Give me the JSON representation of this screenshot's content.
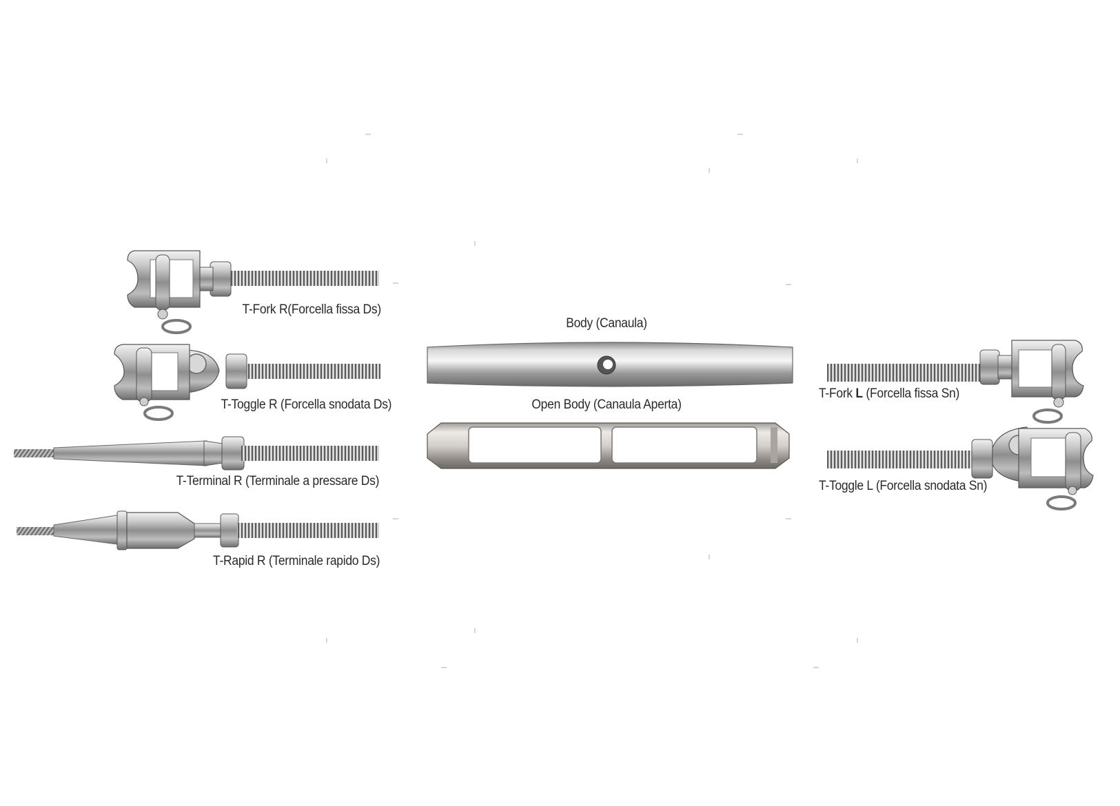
{
  "parts": {
    "t_fork_r": {
      "name": "T-Fork",
      "side": "R",
      "desc": "(Forcella fissa Ds)"
    },
    "t_toggle_r": {
      "name": "T-Toggle",
      "side": "R",
      "desc": "(Forcella snodata Ds)"
    },
    "t_terminal_r": {
      "name": "T-Terminal",
      "side": "R",
      "desc": "(Terminale a pressare Ds)"
    },
    "t_rapid_r": {
      "name": "T-Rapid",
      "side": "R",
      "desc": "(Terminale rapido Ds)"
    },
    "body": {
      "label": "Body (Canaula)"
    },
    "open_body": {
      "label": "Open Body (Canaula Aperta)"
    },
    "t_fork_l": {
      "name": "T-Fork",
      "side": "L",
      "desc": "(Forcella fissa Sn)"
    },
    "t_toggle_l": {
      "name": "T-Toggle",
      "side": "L",
      "desc": "(Forcella snodata Sn)"
    }
  },
  "colors": {
    "background": "#ffffff",
    "steel_light": "#e6e6e6",
    "steel_mid": "#a8a8a8",
    "steel_dark": "#5a5a5a",
    "label_text": "#2a2a2a"
  }
}
